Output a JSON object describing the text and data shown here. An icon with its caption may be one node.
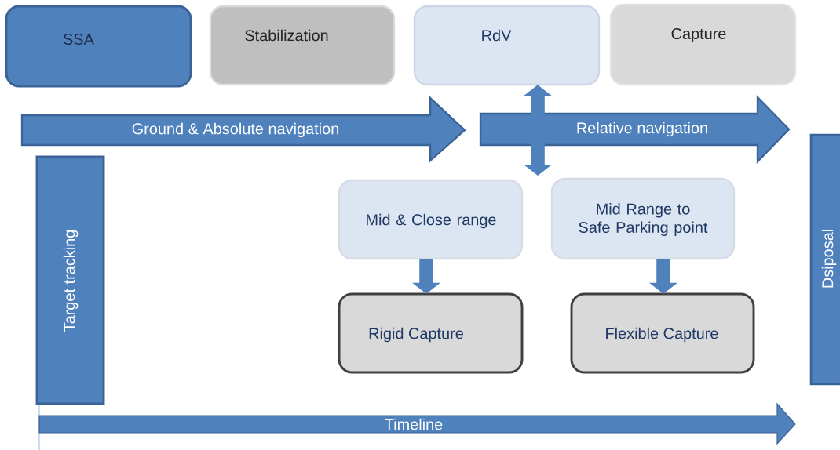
{
  "diagram": {
    "nodes": [
      {
        "text": [
          "SSA"
        ]
      },
      {
        "text": [
          "Stabilization"
        ]
      },
      {
        "text": [
          "RdV"
        ]
      },
      {
        "text": [
          "Capture"
        ]
      },
      {
        "text": [
          "Ground & Absolute navigation"
        ]
      },
      {
        "text": [
          "Relative navigation"
        ]
      },
      {
        "text": [
          "Target tracking"
        ]
      },
      {
        "text": [
          "Mid & Close range"
        ]
      },
      {
        "text": [
          "Mid Range to Safe Parking point"
        ]
      },
      {
        "text": [
          "Rigid Capture"
        ]
      },
      {
        "text": [
          "Flexible Capture"
        ]
      },
      {
        "text": [
          "Dsiposal"
        ]
      },
      {
        "text": [
          "Timeline"
        ]
      }
    ],
    "edges": [
      {
        "from": 2,
        "to": null,
        "arrow": "both"
      },
      {
        "from": 7,
        "to": 9,
        "arrow": "to"
      },
      {
        "from": 8,
        "to": 10,
        "arrow": "to"
      }
    ]
  }
}
